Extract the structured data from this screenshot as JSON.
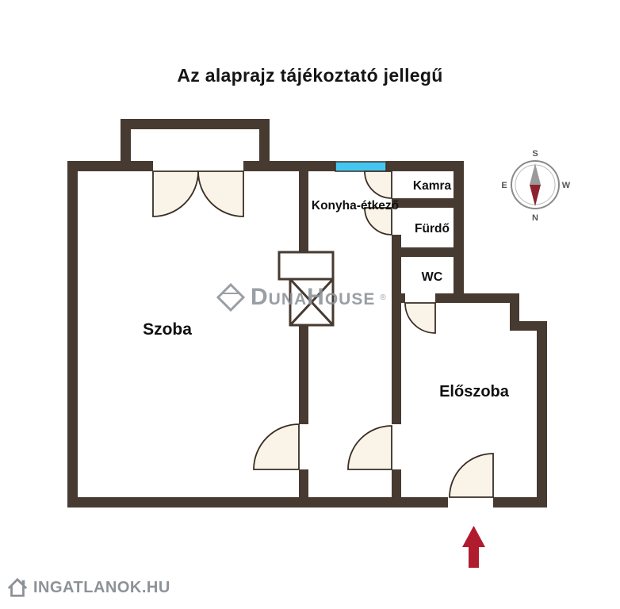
{
  "title": "Az alaprajz tájékoztató jellegű",
  "rooms": {
    "szoba": "Szoba",
    "konyha": "Konyha-étkező",
    "kamra": "Kamra",
    "furdo": "Fürdő",
    "wc": "WC",
    "eloszoba": "Előszoba"
  },
  "compass": {
    "top": "S",
    "bottom": "N",
    "left": "E",
    "right": "W"
  },
  "watermarks": {
    "center": "DunaHouse",
    "center_reg": "®",
    "bottom_left": "INGATLANOK.HU"
  },
  "colors": {
    "wall": "#473a31",
    "window": "#45c6f1",
    "arrow": "#b01c2e",
    "door_fill": "#faf4e8",
    "watermark": "#8d9298"
  }
}
